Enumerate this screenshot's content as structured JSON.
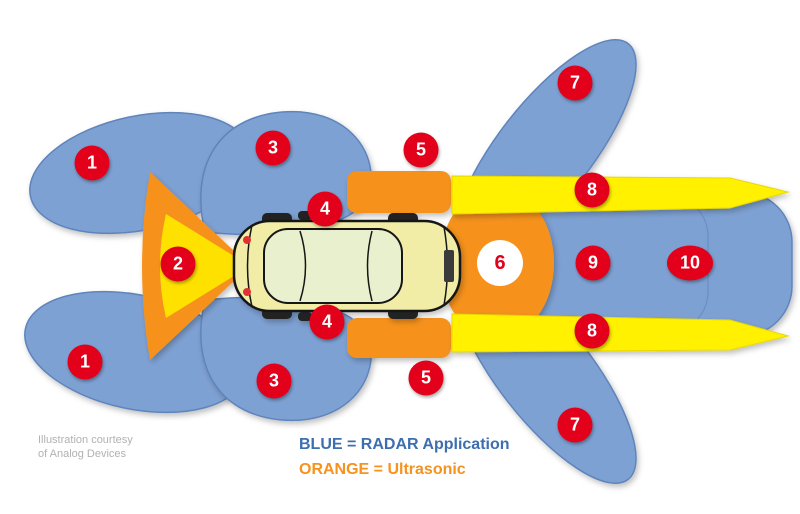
{
  "legend": {
    "blue": "BLUE = RADAR Application",
    "orange": "ORANGE = Ultrasonic"
  },
  "credit": {
    "line1": "Illustration courtesy",
    "line2": "of Analog Devices"
  },
  "badges": [
    {
      "label": "1"
    },
    {
      "label": "2"
    },
    {
      "label": "3"
    },
    {
      "label": "4"
    },
    {
      "label": "5"
    },
    {
      "label": "6"
    },
    {
      "label": "7"
    },
    {
      "label": "8"
    },
    {
      "label": "9"
    },
    {
      "label": "10"
    },
    {
      "label": "8"
    },
    {
      "label": "7"
    },
    {
      "label": "5"
    },
    {
      "label": "4"
    },
    {
      "label": "3"
    },
    {
      "label": "1"
    }
  ],
  "colors": {
    "radar_blue": "#7EA1D3",
    "ultrasonic_orange": "#F6921E",
    "beam_yellow": "#FFF100",
    "cone_inner_yellow": "#FFE100",
    "badge_red": "#E2001A",
    "legend_blue": "#3C6FAF",
    "car_body_yellow": "#F2EDA6"
  }
}
